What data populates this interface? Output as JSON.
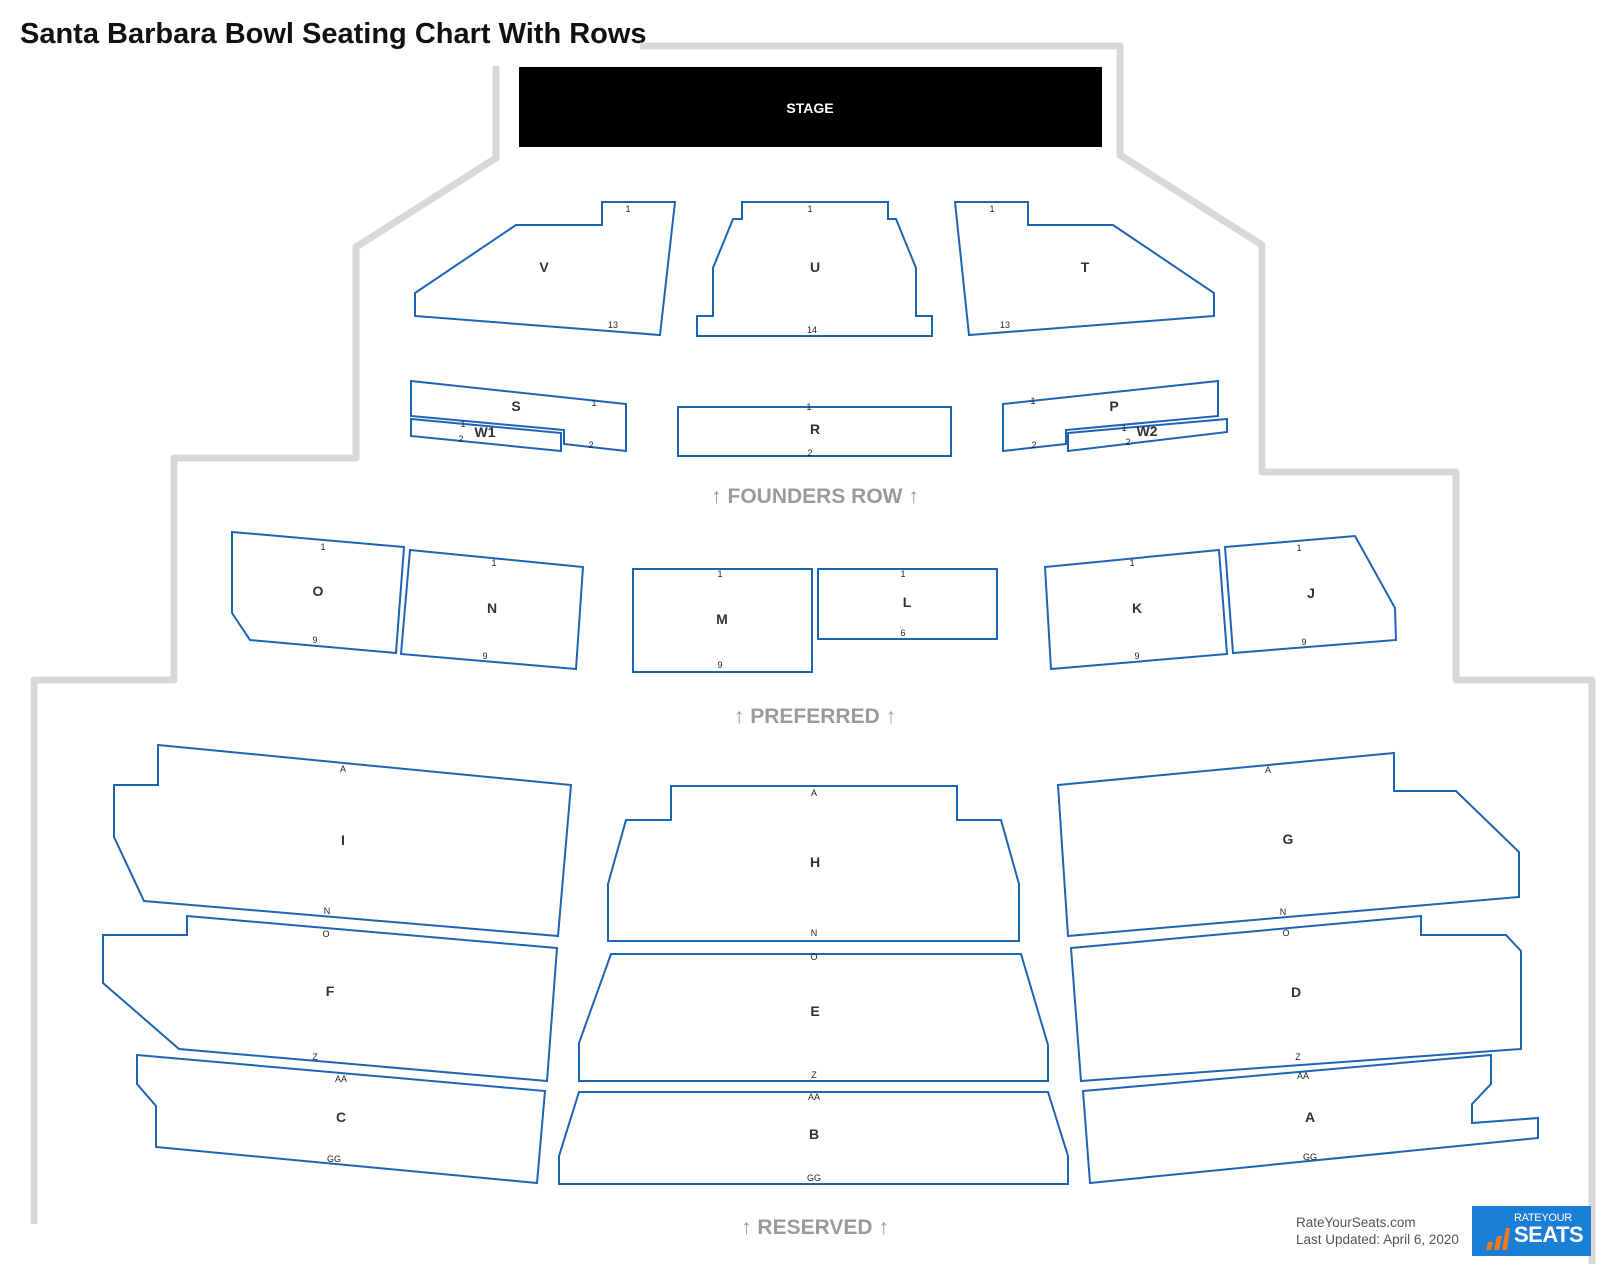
{
  "title": "Santa Barbara Bowl Seating Chart With Rows",
  "stage_label": "STAGE",
  "zones": {
    "founders": "↑ FOUNDERS ROW ↑",
    "preferred": "↑ PREFERRED ↑",
    "reserved": "↑ RESERVED ↑"
  },
  "sections": {
    "V": {
      "name": "V",
      "rows": [
        "1",
        "13"
      ]
    },
    "U": {
      "name": "U",
      "rows": [
        "1",
        "14"
      ]
    },
    "T": {
      "name": "T",
      "rows": [
        "1",
        "13"
      ]
    },
    "S": {
      "name": "S",
      "rows": [
        "1",
        "2"
      ]
    },
    "W1": {
      "name": "W1",
      "rows": [
        "1",
        "2"
      ]
    },
    "R": {
      "name": "R",
      "rows": [
        "1",
        "2"
      ]
    },
    "P": {
      "name": "P",
      "rows": [
        "1",
        "2"
      ]
    },
    "W2": {
      "name": "W2",
      "rows": [
        "1",
        "2"
      ]
    },
    "O": {
      "name": "O",
      "rows": [
        "1",
        "9"
      ]
    },
    "N": {
      "name": "N",
      "rows": [
        "1",
        "9"
      ]
    },
    "M": {
      "name": "M",
      "rows": [
        "1",
        "9"
      ]
    },
    "L": {
      "name": "L",
      "rows": [
        "1",
        "6"
      ]
    },
    "K": {
      "name": "K",
      "rows": [
        "1",
        "9"
      ]
    },
    "J": {
      "name": "J",
      "rows": [
        "1",
        "9"
      ]
    },
    "I": {
      "name": "I",
      "rows": [
        "A",
        "N"
      ]
    },
    "H": {
      "name": "H",
      "rows": [
        "A",
        "N"
      ]
    },
    "G": {
      "name": "G",
      "rows": [
        "A",
        "N"
      ]
    },
    "F": {
      "name": "F",
      "rows": [
        "O",
        "Z"
      ]
    },
    "E": {
      "name": "E",
      "rows": [
        "O",
        "Z"
      ]
    },
    "D": {
      "name": "D",
      "rows": [
        "O",
        "Z"
      ]
    },
    "C": {
      "name": "C",
      "rows": [
        "AA",
        "GG"
      ]
    },
    "B": {
      "name": "B",
      "rows": [
        "AA",
        "GG"
      ]
    },
    "A": {
      "name": "A",
      "rows": [
        "AA",
        "GG"
      ]
    }
  },
  "footer": {
    "site": "RateYourSeats.com",
    "updated": "Last Updated: April 6, 2020"
  },
  "logo": {
    "line1": "RATEYOUR",
    "line2": "SEATS"
  },
  "colors": {
    "section_outline": "#1e64b4",
    "zone_text": "#9a9a9a",
    "stage_fill": "#000000",
    "boundary": "#d8d8d8",
    "logo_bg": "#1b7ed6"
  }
}
